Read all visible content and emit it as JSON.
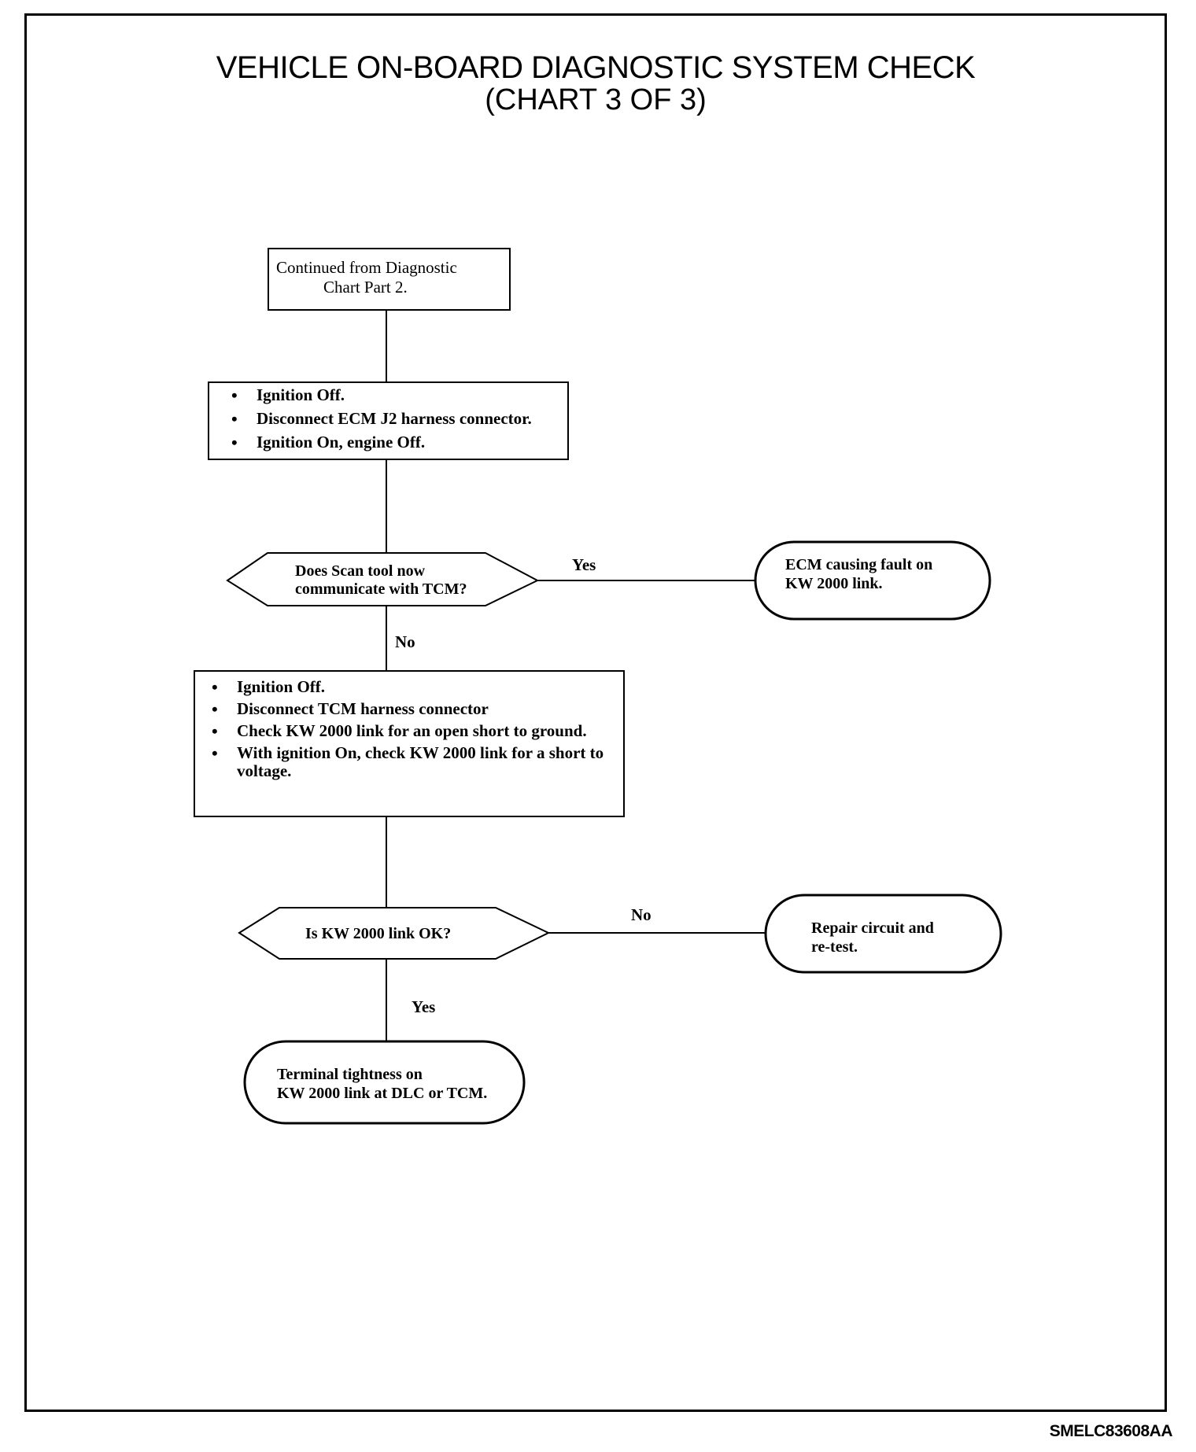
{
  "header": {
    "title": "VEHICLE ON-BOARD DIAGNOSTIC SYSTEM CHECK",
    "subtitle": "(CHART 3 OF 3)"
  },
  "flowchart": {
    "start": {
      "line1": "Continued from Diagnostic",
      "line2": "Chart Part 2."
    },
    "step1": {
      "items": [
        "Ignition Off.",
        "Disconnect ECM J2 harness connector.",
        "Ignition On, engine Off."
      ]
    },
    "decision1": {
      "line1": "Does Scan tool now",
      "line2": "communicate with TCM?",
      "yes_label": "Yes",
      "no_label": "No"
    },
    "result1": {
      "line1": "ECM causing fault on",
      "line2": "KW 2000 link."
    },
    "step2": {
      "items": [
        "Ignition Off.",
        "Disconnect TCM harness connector",
        "Check KW 2000 link for an open short to ground.",
        "With ignition On, check KW 2000 link for a short to voltage."
      ]
    },
    "decision2": {
      "text": "Is KW 2000 link OK?",
      "no_label": "No",
      "yes_label": "Yes"
    },
    "result2": {
      "line1": "Repair circuit and",
      "line2": "re-test."
    },
    "result3": {
      "line1": "Terminal tightness on",
      "line2": "KW 2000 link at DLC or TCM."
    }
  },
  "footer": {
    "code": "SMELC83608AA"
  }
}
